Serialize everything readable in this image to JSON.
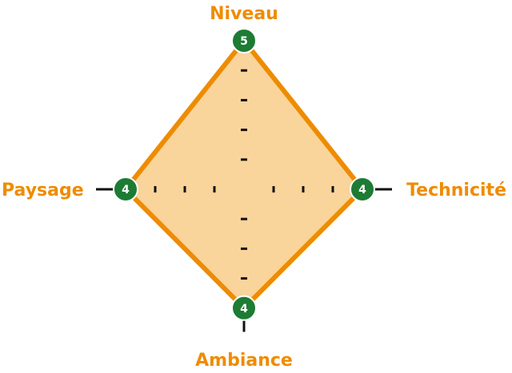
{
  "chart_data": {
    "type": "radar",
    "axes": [
      {
        "label": "Niveau",
        "value": 5
      },
      {
        "label": "Technicité",
        "value": 4
      },
      {
        "label": "Ambiance",
        "value": 4
      },
      {
        "label": "Paysage",
        "value": 4
      }
    ],
    "range": [
      0,
      5
    ],
    "grid": false
  },
  "colors": {
    "accent": "#EE8C00",
    "fill": "#F9D49B",
    "marker": "#1E7B34",
    "axis": "#111111",
    "label_text": "#ffffff"
  }
}
